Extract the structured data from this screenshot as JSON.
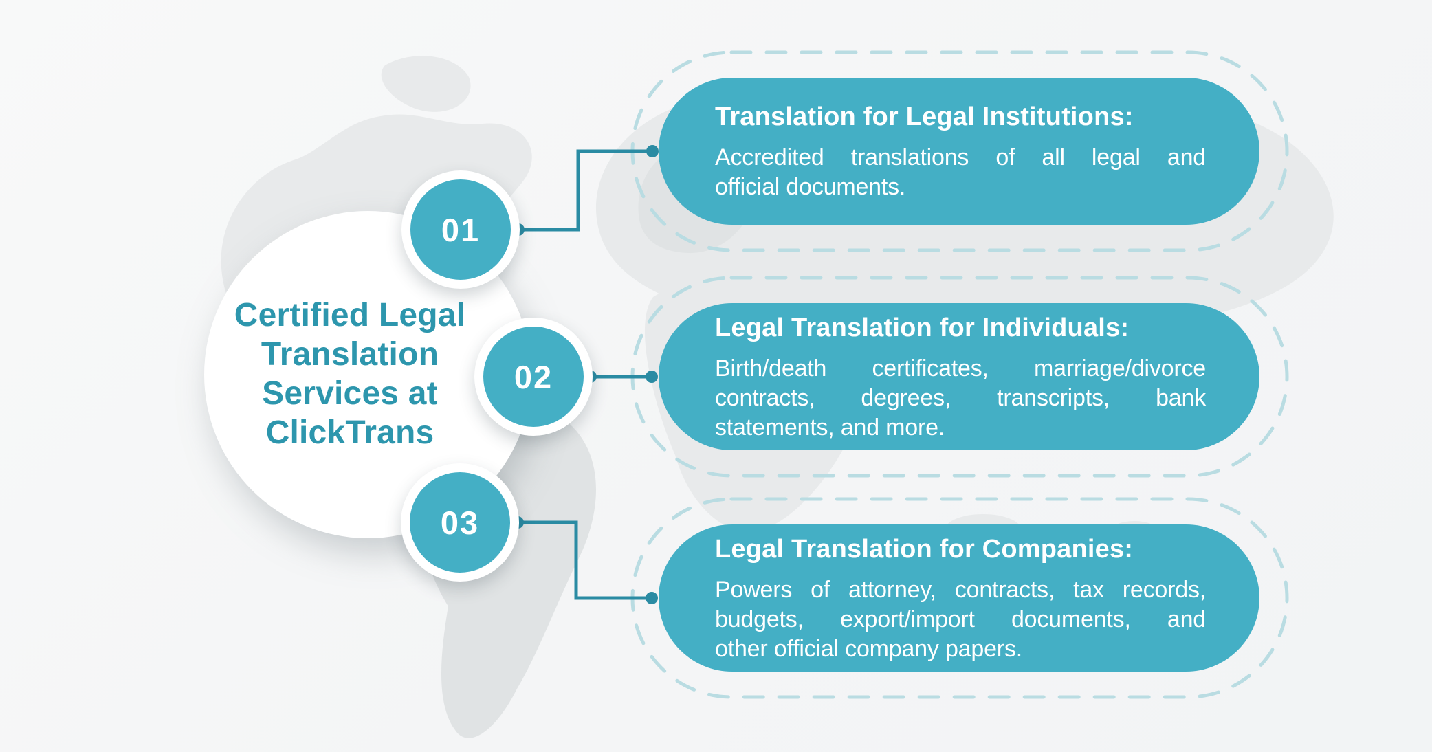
{
  "title": {
    "lines": [
      "Certified Legal",
      "Translation",
      "Services at",
      "ClickTrans"
    ]
  },
  "items": [
    {
      "number": "01",
      "heading": "Translation for Legal Institutions:",
      "body_lines": [
        "Accredited translations of all legal and",
        "official documents."
      ]
    },
    {
      "number": "02",
      "heading": "Legal Translation for Individuals:",
      "body_lines": [
        "Birth/death certificates, marriage/divorce",
        "contracts, degrees, transcripts, bank",
        "statements, and more."
      ]
    },
    {
      "number": "03",
      "heading": "Legal Translation for Companies:",
      "body_lines": [
        "Powers of attorney, contracts, tax records,",
        "budgets, export/import documents, and",
        "other official company papers."
      ]
    }
  ],
  "colors": {
    "card_teal": "#44afc5",
    "connector_teal": "#2a8ba3",
    "title_teal": "#2d96ad",
    "dashed_outline": "#b9dce2",
    "map_gray": "#e8eaeb",
    "map_gray_dark": "#e0e3e4",
    "background": "#f5f6f6",
    "text_on_teal": "#ffffff"
  }
}
